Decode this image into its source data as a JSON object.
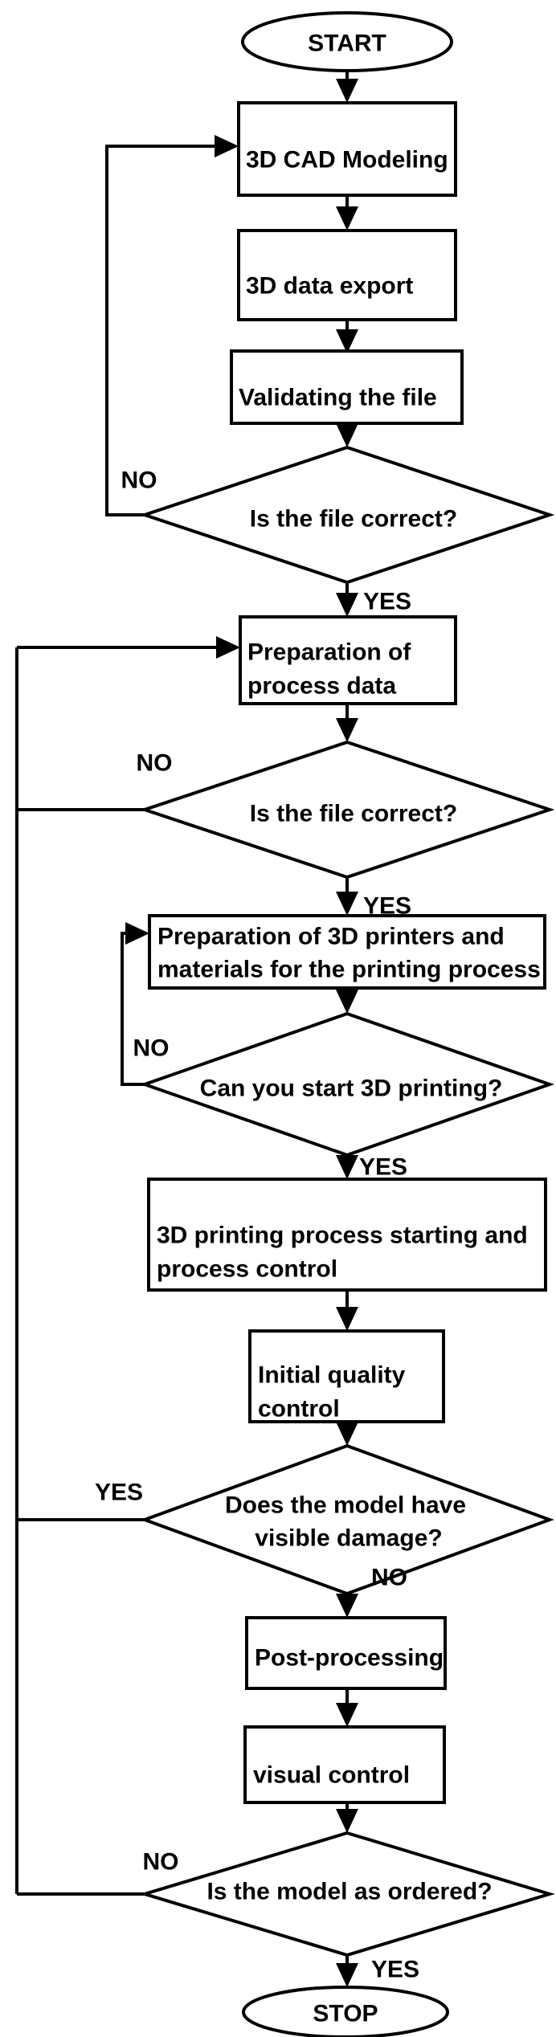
{
  "diagram": {
    "type": "flowchart",
    "colors": {
      "line": "#000000",
      "node_fill": "#ffffff",
      "background": "#ffffff"
    },
    "nodes": {
      "start": "START",
      "cad_modeling": "3D CAD Modeling",
      "data_export": "3D data export",
      "validating": "Validating the file",
      "file_correct_1": "Is the file correct?",
      "prep_process": {
        "line1": "Preparation of",
        "line2": "process data"
      },
      "file_correct_2": "Is the file correct?",
      "prep_printers": {
        "line1": "Preparation of 3D printers and",
        "line2": "materials for the printing process"
      },
      "can_start_printing": "Can you start 3D printing?",
      "printing_process": {
        "line1": "3D printing process starting and",
        "line2": "process control"
      },
      "initial_quality": {
        "line1": "Initial quality",
        "line2": "control"
      },
      "visible_damage": {
        "line1": "Does the model have",
        "line2": "visible damage?"
      },
      "post_processing": "Post-processing",
      "visual_control": "visual control",
      "model_as_ordered": "Is the model as ordered?",
      "stop": "STOP"
    },
    "edge_labels": {
      "file_correct_1_no": "NO",
      "file_correct_1_yes": "YES",
      "file_correct_2_no": "NO",
      "file_correct_2_yes": "YES",
      "can_start_printing_no": "NO",
      "can_start_printing_yes": "YES",
      "visible_damage_yes": "YES",
      "visible_damage_no": "NO",
      "model_as_ordered_no": "NO",
      "model_as_ordered_yes": "YES"
    }
  }
}
